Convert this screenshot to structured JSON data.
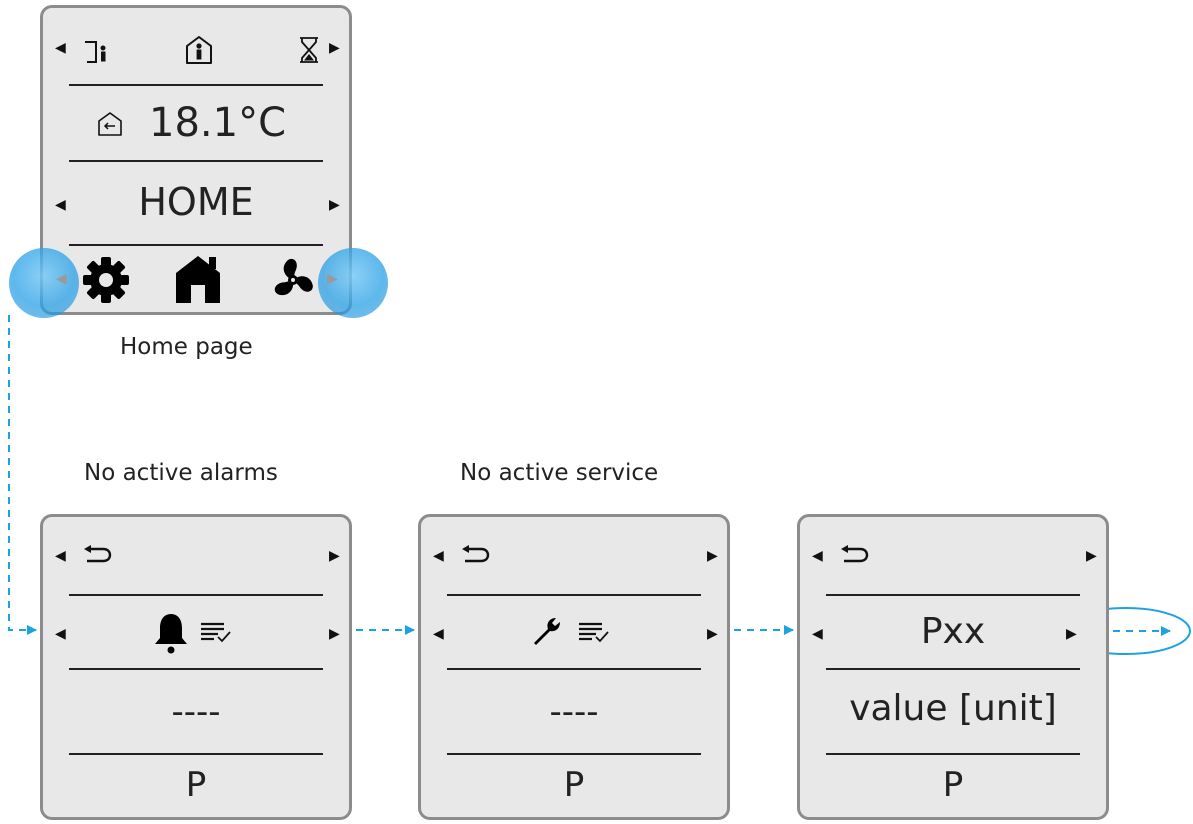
{
  "colors": {
    "panel_bg": "#e8e8e8",
    "panel_border": "#8c8c8c",
    "text": "#222222",
    "accent": "#1da4e0"
  },
  "home": {
    "caption": "Home page",
    "temperature": "18.1°C",
    "mode": "HOME",
    "icons": [
      "person-leaving-icon",
      "person-in-house-icon",
      "hourglass-icon",
      "house-arrow-icon",
      "gear-icon",
      "house-icon",
      "fan-icon"
    ]
  },
  "alarms": {
    "caption": "No active alarms",
    "value": "----",
    "footer": "P",
    "icons": [
      "back-icon",
      "bell-icon",
      "checklist-icon"
    ]
  },
  "service": {
    "caption": "No active service",
    "value": "----",
    "footer": "P",
    "icons": [
      "back-icon",
      "wrench-icon",
      "checklist-icon"
    ]
  },
  "param": {
    "code": "Pxx",
    "value": "value [unit]",
    "footer": "P",
    "icons": [
      "back-icon"
    ]
  }
}
